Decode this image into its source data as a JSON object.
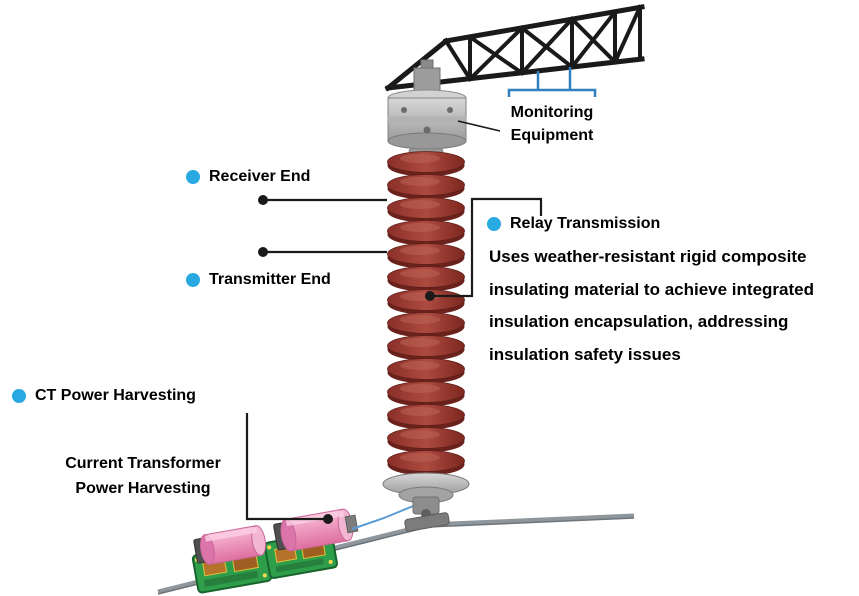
{
  "callouts": {
    "receiver": {
      "label": "Receiver End"
    },
    "transmitter": {
      "label": "Transmitter End"
    },
    "ct": {
      "label": "CT Power Harvesting"
    },
    "current_transformer": {
      "line1": "Current Transformer",
      "line2": "Power Harvesting"
    },
    "relay": {
      "label": "Relay Transmission",
      "desc_lines": [
        "Uses weather-resistant rigid composite",
        "insulating material to achieve integrated",
        "insulation encapsulation, addressing",
        "insulation safety issues"
      ]
    },
    "monitoring": {
      "line1": "Monitoring",
      "line2": "Equipment"
    }
  },
  "icons": {
    "bullet_dot": "filled-circle-blue",
    "connector_dot": "filled-circle-black"
  },
  "colors": {
    "bullet_blue": "#29a9e1",
    "bracket_blue": "#2f7fc1",
    "line_black": "#1a1a1a",
    "insulator_red": "#9c3a32",
    "device_pink": "#ef8ab8",
    "board_green": "#2e9e4a",
    "conductor_gray": "#8f979c"
  }
}
